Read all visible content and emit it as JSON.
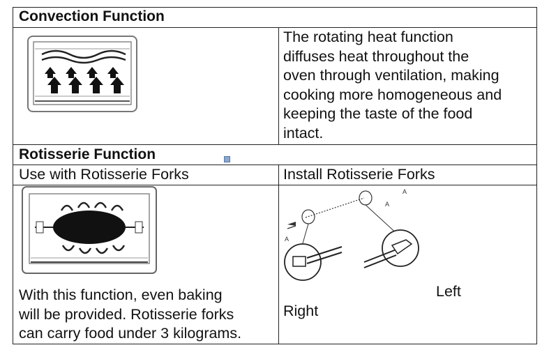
{
  "convection": {
    "heading": "Convection Function",
    "description_lines": [
      "The rotating heat function",
      "diffuses heat throughout the",
      "oven through ventilation, making",
      "cooking more homogeneous and",
      "keeping the taste of the food",
      "intact."
    ]
  },
  "rotisserie": {
    "heading": "Rotisserie Function",
    "use_heading": "Use with Rotisserie Forks",
    "install_heading": "Install Rotisserie Forks",
    "use_lines": [
      "With this function, even baking",
      "will be provided. Rotisserie forks",
      "can carry food under 3 kilograms."
    ],
    "label_left": "Left",
    "label_right": "Right",
    "figure_marks": [
      "A",
      "A",
      "A"
    ]
  }
}
